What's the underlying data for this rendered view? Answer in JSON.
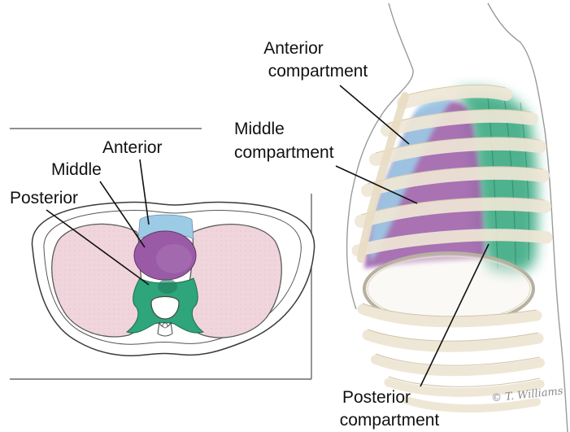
{
  "cross_section": {
    "labels": {
      "anterior": "Anterior",
      "middle": "Middle",
      "posterior": "Posterior"
    }
  },
  "lateral_view": {
    "labels": {
      "anterior": [
        "Anterior",
        "compartment"
      ],
      "middle": [
        "Middle",
        "compartment"
      ],
      "posterior": [
        "Posterior",
        "compartment"
      ]
    },
    "signature": "© T. Williams"
  },
  "colors": {
    "anterior": "#9ccbe6",
    "middle": "#9a5aa6",
    "posterior": "#2ea57a",
    "lung": "#f0d5dd",
    "rib": "#efe7d6",
    "outline": "#3a3a3a"
  }
}
